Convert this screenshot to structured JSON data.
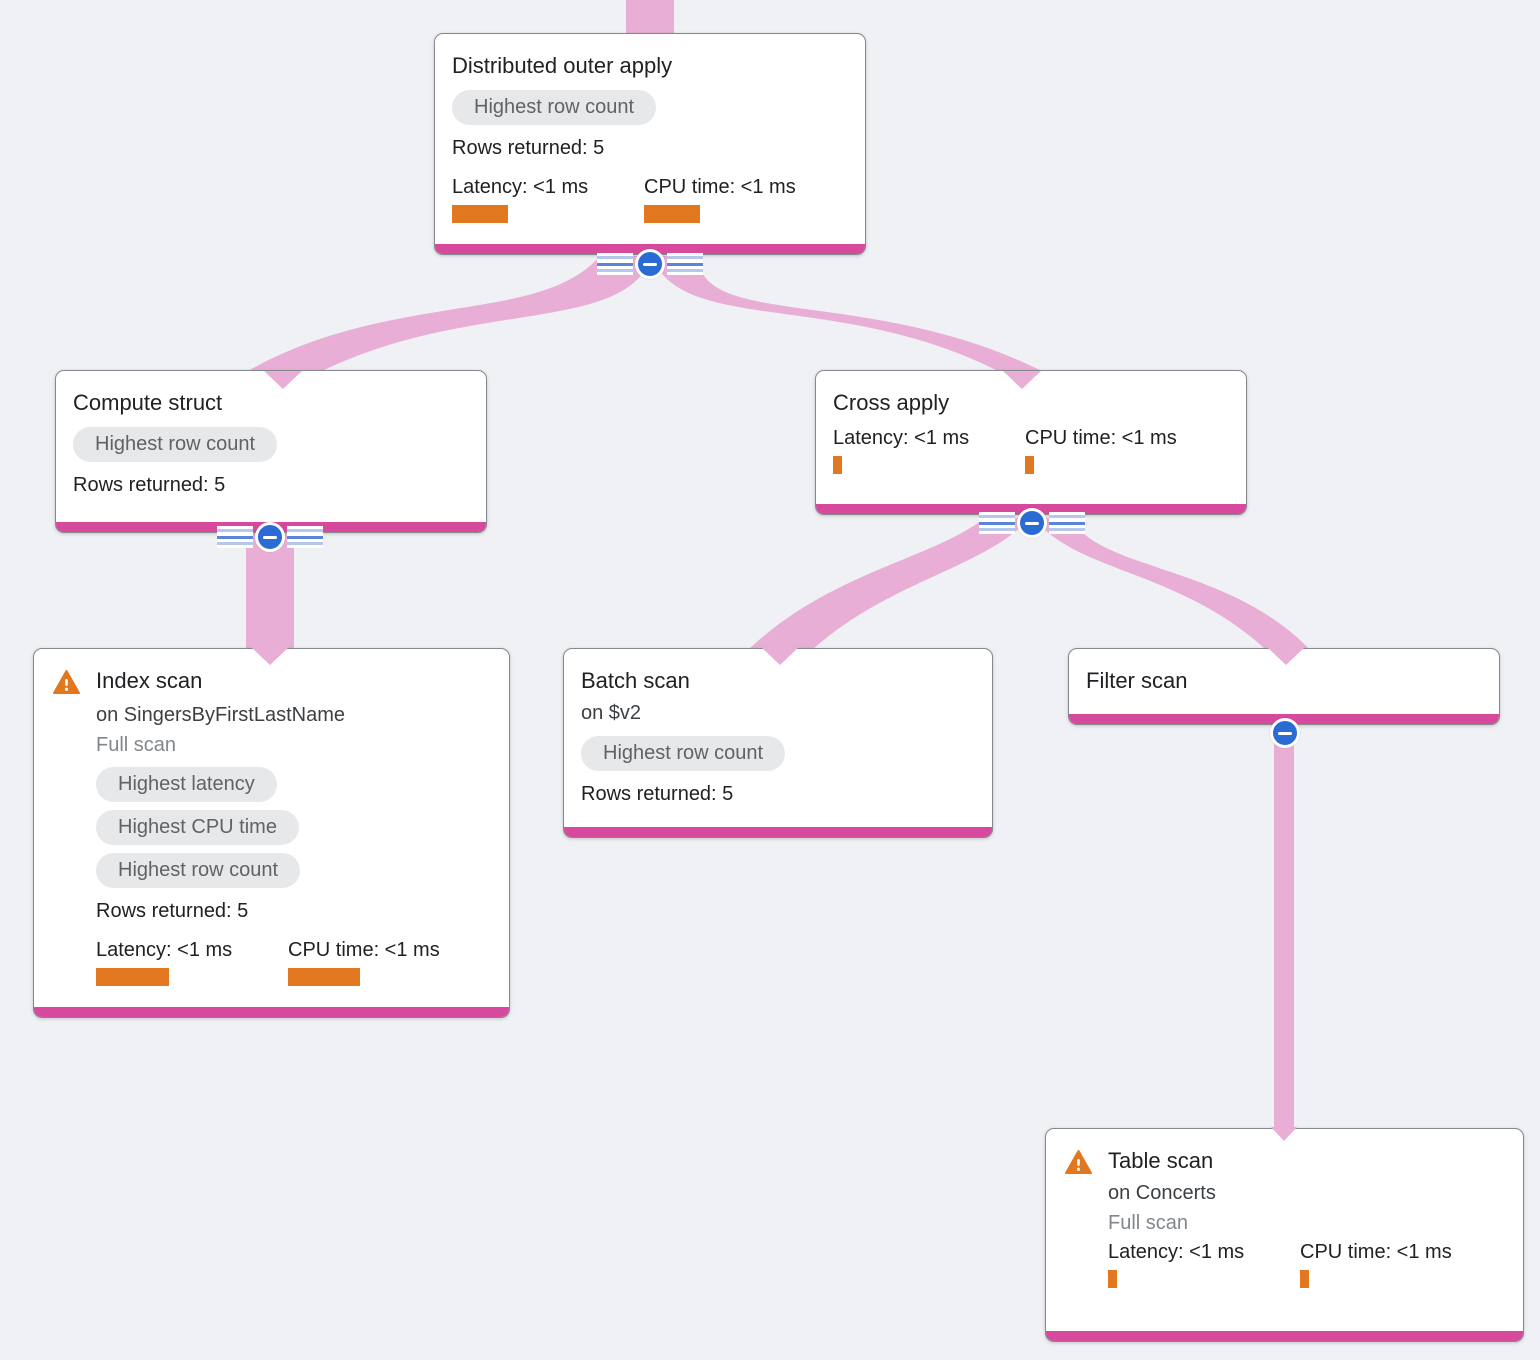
{
  "diagram": {
    "kind": "query-execution-plan-tree",
    "colors": {
      "background": "#eff1f4",
      "edge_ribbon": "#e9aed5",
      "node_accent_bar": "#d6499c",
      "metric_bar": "#e1771e",
      "badge_background": "#e7e8ea",
      "badge_text": "#5f6368",
      "collapse_button": "#2b6bd4"
    }
  },
  "nodes": [
    {
      "id": "distributed-outer-apply",
      "title": "Distributed outer apply",
      "badges": [
        "Highest row count"
      ],
      "rows_returned": "Rows returned: 5",
      "latency": "Latency: <1 ms",
      "cpu": "CPU time: <1 ms",
      "warning": false
    },
    {
      "id": "compute-struct",
      "title": "Compute struct",
      "badges": [
        "Highest row count"
      ],
      "rows_returned": "Rows returned: 5",
      "warning": false
    },
    {
      "id": "cross-apply",
      "title": "Cross apply",
      "latency": "Latency: <1 ms",
      "cpu": "CPU time: <1 ms",
      "warning": false
    },
    {
      "id": "index-scan",
      "title": "Index scan",
      "subtitle": "on SingersByFirstLastName",
      "scan_type": "Full scan",
      "badges": [
        "Highest latency",
        "Highest CPU time",
        "Highest row count"
      ],
      "rows_returned": "Rows returned: 5",
      "latency": "Latency: <1 ms",
      "cpu": "CPU time: <1 ms",
      "warning": true
    },
    {
      "id": "batch-scan",
      "title": "Batch scan",
      "subtitle": "on $v2",
      "badges": [
        "Highest row count"
      ],
      "rows_returned": "Rows returned: 5",
      "warning": false
    },
    {
      "id": "filter-scan",
      "title": "Filter scan",
      "warning": false
    },
    {
      "id": "table-scan",
      "title": "Table scan",
      "subtitle": "on Concerts",
      "scan_type": "Full scan",
      "latency": "Latency: <1 ms",
      "cpu": "CPU time: <1 ms",
      "warning": true
    }
  ],
  "edges": [
    {
      "from": "distributed-outer-apply",
      "to": "compute-struct"
    },
    {
      "from": "distributed-outer-apply",
      "to": "cross-apply"
    },
    {
      "from": "compute-struct",
      "to": "index-scan"
    },
    {
      "from": "cross-apply",
      "to": "batch-scan"
    },
    {
      "from": "cross-apply",
      "to": "filter-scan"
    },
    {
      "from": "filter-scan",
      "to": "table-scan"
    }
  ]
}
